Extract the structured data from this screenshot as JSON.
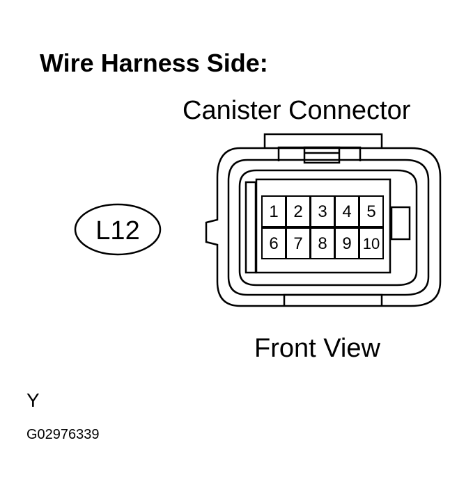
{
  "heading": "Wire Harness Side:",
  "connector_name": "Canister Connector",
  "connector_id": "L12",
  "view_label": "Front View",
  "harness_color": "Y",
  "figure_code": "G02976339",
  "pins": {
    "top_row": [
      "1",
      "2",
      "3",
      "4",
      "5"
    ],
    "bottom_row": [
      "6",
      "7",
      "8",
      "9",
      "10"
    ]
  }
}
